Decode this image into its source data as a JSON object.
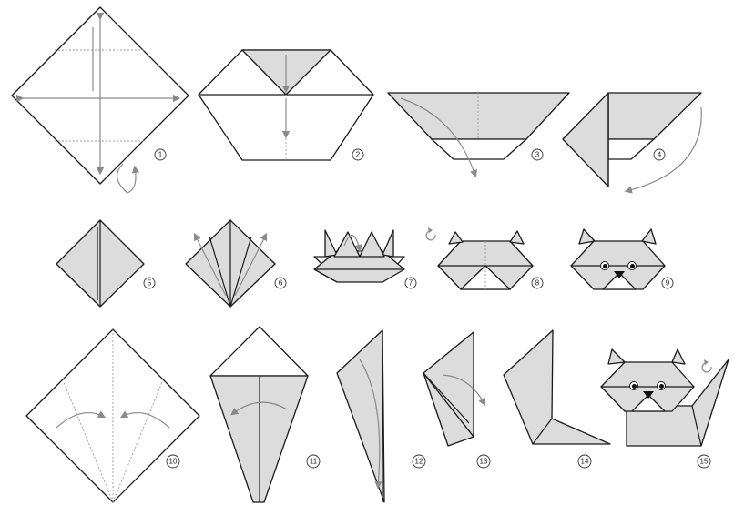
{
  "steps": [
    {
      "label": "1"
    },
    {
      "label": "2"
    },
    {
      "label": "3"
    },
    {
      "label": "4"
    },
    {
      "label": "5"
    },
    {
      "label": "6"
    },
    {
      "label": "7"
    },
    {
      "label": "8"
    },
    {
      "label": "9"
    },
    {
      "label": "10"
    },
    {
      "label": "11"
    },
    {
      "label": "12"
    },
    {
      "label": "13"
    },
    {
      "label": "14"
    },
    {
      "label": "15"
    }
  ],
  "colors": {
    "paper_front": "#ffffff",
    "paper_back": "#dcdcdc",
    "outline": "#1a1a1a",
    "arrow": "#8a8a8a",
    "fold_line": "#9a9a9a"
  },
  "icons": [
    "fold-arrow",
    "turn-over-icon",
    "rotate-icon",
    "cat-eye",
    "cat-nose"
  ]
}
